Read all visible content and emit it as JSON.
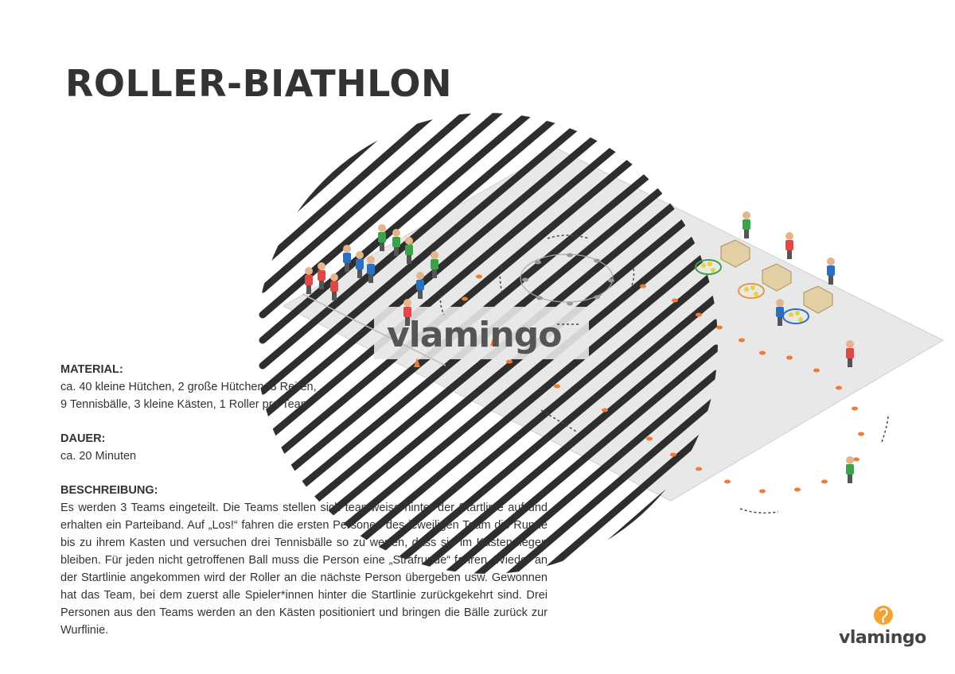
{
  "title": "ROLLER-BIATHLON",
  "material": {
    "label": "MATERIAL:",
    "line1": "ca. 40 kleine Hütchen, 2 große Hütchen, 3 Reifen,",
    "line2": "9 Tennisbälle, 3 kleine Kästen, 1 Roller pro Team"
  },
  "dauer": {
    "label": "DAUER:",
    "text": "ca. 20 Minuten"
  },
  "beschreibung": {
    "label": "BESCHREIBUNG:",
    "text": "Es werden 3 Teams eingeteilt. Die Teams stellen sich teamweise hinter der Startlinie auf und erhalten ein Parteiband. Auf „Los!“ fahren die ersten Personen des jeweiligen Team die Runde bis zu ihrem Kasten und versuchen drei Tennisbälle so zu werfen, dass sie im Kasten liegen bleiben. Für jeden nicht getroffenen Ball muss die Person eine „Strafrunde“ fahren. Wieder an der Startlinie angekommen wird der Roller an die nächste Person übergeben usw. Gewonnen hat das Team, bei dem zuerst alle Spieler*innen hinter die Startlinie zurückgekehrt sind. Drei Personen aus den Teams werden an den Kästen positioniert und bringen die Bälle zurück zur Wurflinie."
  },
  "watermark": "vlamingo",
  "logo": {
    "wordmark": "vlamingo",
    "accent_color": "#f0a436"
  },
  "colors": {
    "cone": "#f07a3a",
    "floor": "#e6e6e6",
    "team_red": "#e04848",
    "team_blue": "#2a6fc2",
    "team_green": "#3aa24a"
  }
}
